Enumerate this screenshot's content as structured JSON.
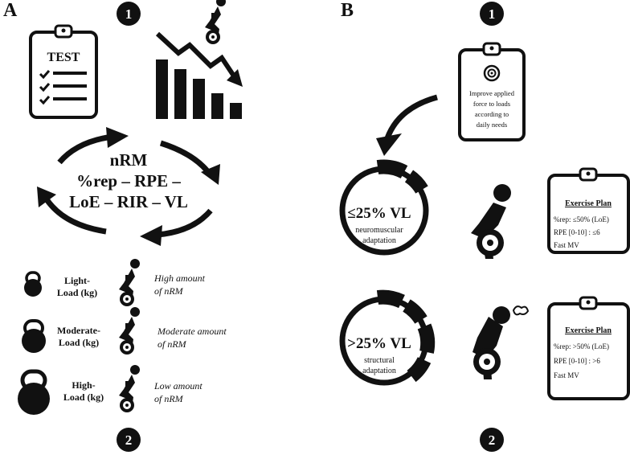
{
  "panel_a": {
    "letter": "A",
    "step_top": "1",
    "step_bottom": "2",
    "test_label": "TEST",
    "cycle_lines": [
      "nRM",
      "%rep – RPE –",
      "LoE – RIR – VL"
    ],
    "loads": [
      {
        "label_line1": "Light-",
        "label_line2": "Load (kg)",
        "desc_line1": "High amount",
        "desc_line2": "of nRM"
      },
      {
        "label_line1": "Moderate-",
        "label_line2": "Load (kg)",
        "desc_line1": "Moderate amount",
        "desc_line2": "of nRM"
      },
      {
        "label_line1": "High-",
        "label_line2": "Load (kg)",
        "desc_line1": "Low amount",
        "desc_line2": "of nRM"
      }
    ]
  },
  "panel_b": {
    "letter": "B",
    "step_top": "1",
    "step_bottom": "2",
    "goal_lines": [
      "Improve applied",
      "force to loads",
      "according to",
      "daily needs"
    ],
    "rings": [
      {
        "vl": "≤25% VL",
        "line1": "neuromuscular",
        "line2": "adaptation"
      },
      {
        "vl": ">25% VL",
        "line1": "structural",
        "line2": "adaptation"
      }
    ],
    "plans": [
      {
        "title": "Exercise Plan",
        "lines": [
          "%rep: ≤50% (LoE)",
          "RPE [0-10] : ≤6",
          "Fast MV"
        ]
      },
      {
        "title": "Exercise Plan",
        "lines": [
          "%rep: >50% (LoE)",
          "RPE [0-10] : >6",
          "Fast MV"
        ]
      }
    ]
  }
}
